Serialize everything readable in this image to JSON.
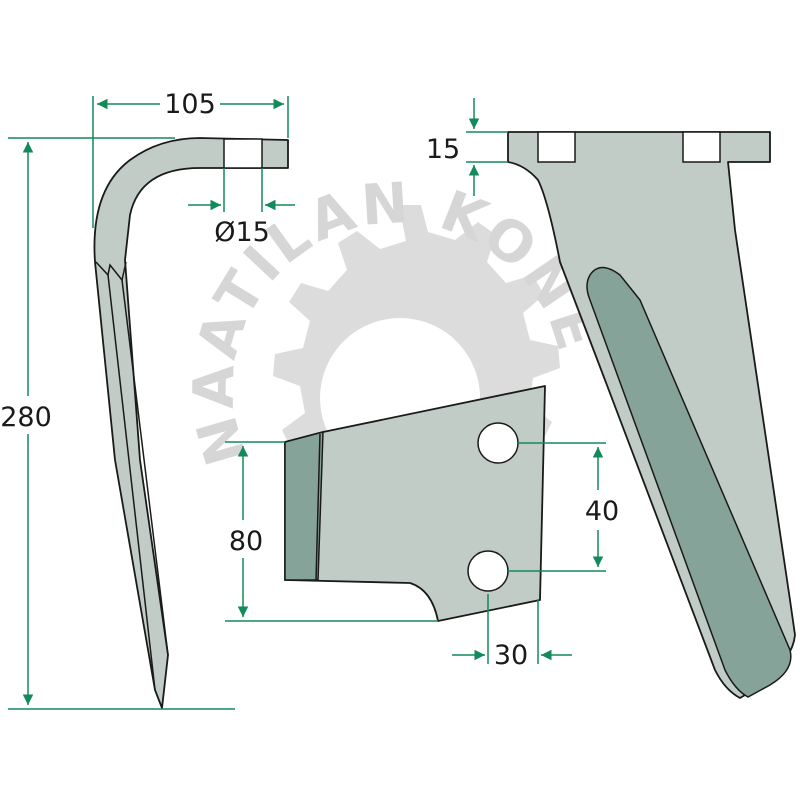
{
  "watermark": {
    "text": "NAATILAN KONE",
    "color": "#dcdcdc"
  },
  "colors": {
    "dimension_line": "#128a5a",
    "part_fill": "#c1ccc7",
    "part_shadow": "#86a39a",
    "outline": "#1a1a1a"
  },
  "dimensions": {
    "total_height": "280",
    "hook_width": "105",
    "hole_diameter": "Ø15",
    "plate_thickness": "15",
    "hole_spacing": "40",
    "plate_height": "80",
    "hole_edge_distance": "30"
  }
}
